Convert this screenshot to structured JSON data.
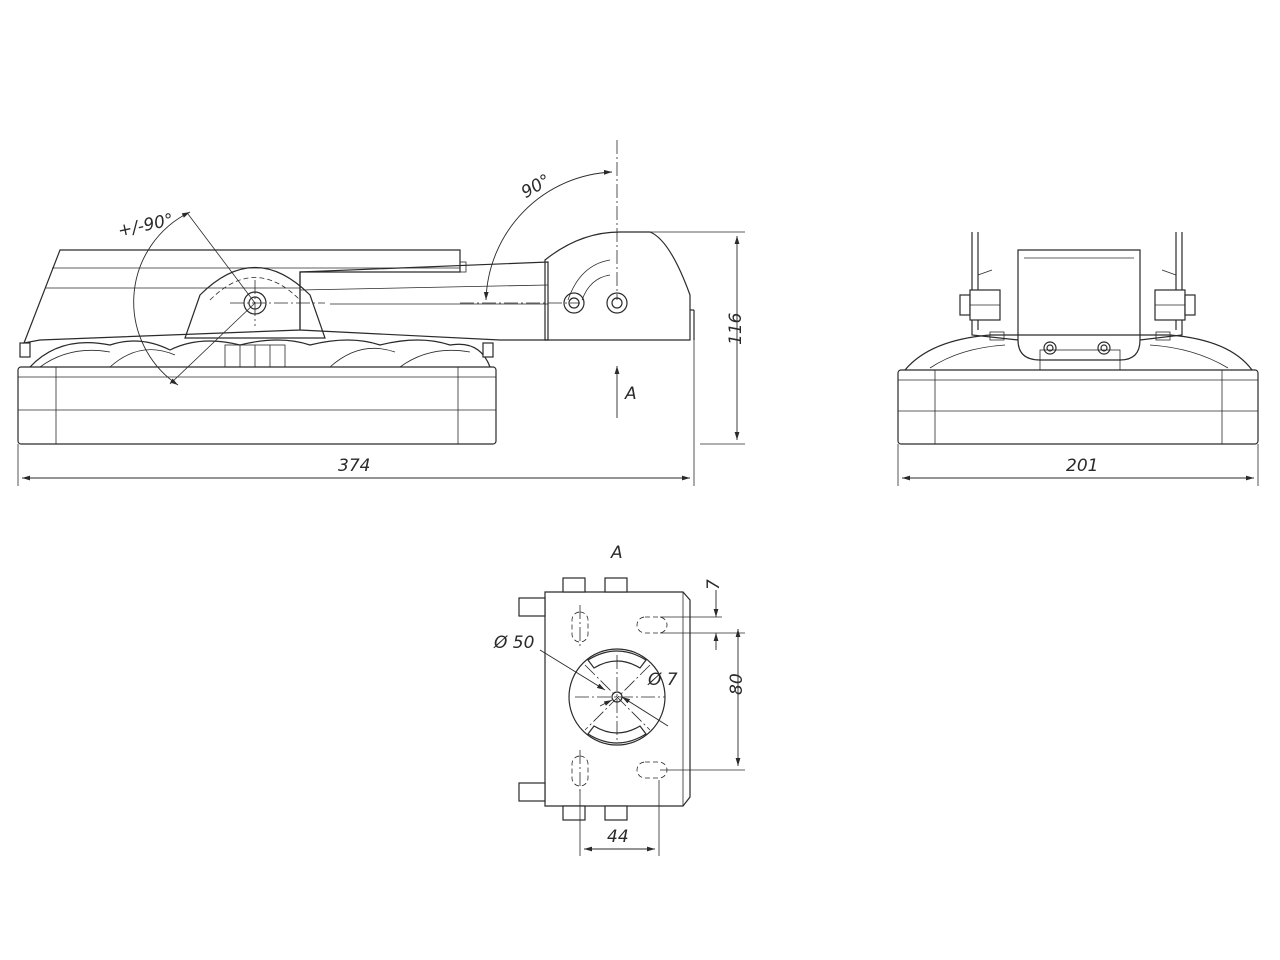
{
  "side_view": {
    "angle_tilt_label": "+/-90°",
    "angle_bracket_label": "90°",
    "view_arrow_label": "A",
    "length_label": "374",
    "height_label": "116"
  },
  "front_view": {
    "width_label": "201"
  },
  "view_a": {
    "title": "A",
    "diameter_large_label": "Ø 50",
    "diameter_small_label": "Ø 7",
    "slot_offset_label": "7",
    "hole_spacing_v_label": "80",
    "hole_spacing_h_label": "44"
  }
}
